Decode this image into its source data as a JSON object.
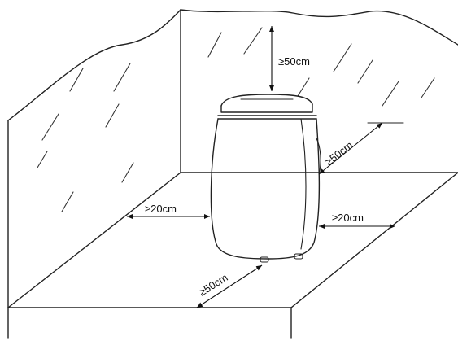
{
  "clearances": {
    "top": "≥50cm",
    "rear": "≥50cm",
    "left": "≥20cm",
    "right": "≥20cm",
    "front": "≥50cm"
  }
}
